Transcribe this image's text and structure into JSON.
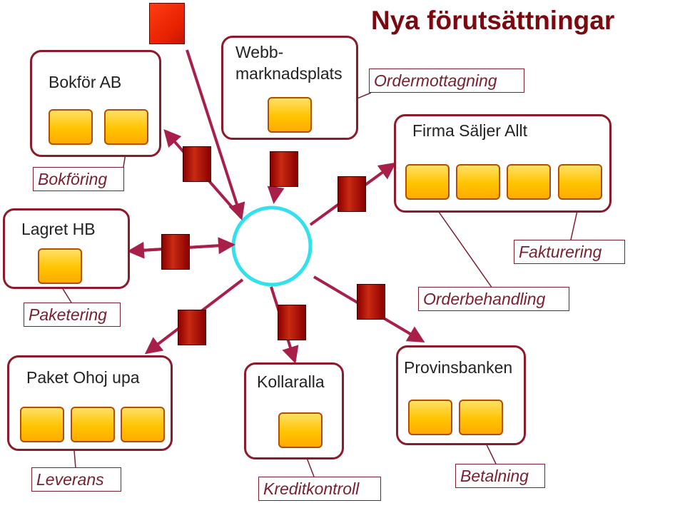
{
  "title": "Nya förutsättningar",
  "systems": {
    "bokfor": {
      "name": "Bokför AB",
      "label": "Bokföring"
    },
    "webb": {
      "name_line1": "Webb-",
      "name_line2": "marknadsplats",
      "label": "Ordermottagning"
    },
    "firma": {
      "name": "Firma Säljer Allt",
      "label_fakt": "Fakturering",
      "label_order": "Orderbehandling"
    },
    "lagret": {
      "name": "Lagret HB",
      "label": "Paketering"
    },
    "paket": {
      "name": "Paket Ohoj upa",
      "label": "Leverans"
    },
    "kollaralla": {
      "name": "Kollaralla",
      "label": "Kreditkontroll"
    },
    "provins": {
      "name": "Provinsbanken",
      "label": "Betalning"
    }
  },
  "colors": {
    "box_border": "#8b1a2a",
    "arrow": "#a8204a",
    "hub": "#33e0ee",
    "title": "#7a0a10",
    "label_border": "#7a2030"
  },
  "hub": {
    "shape": "ring",
    "color": "#33e0ee"
  }
}
